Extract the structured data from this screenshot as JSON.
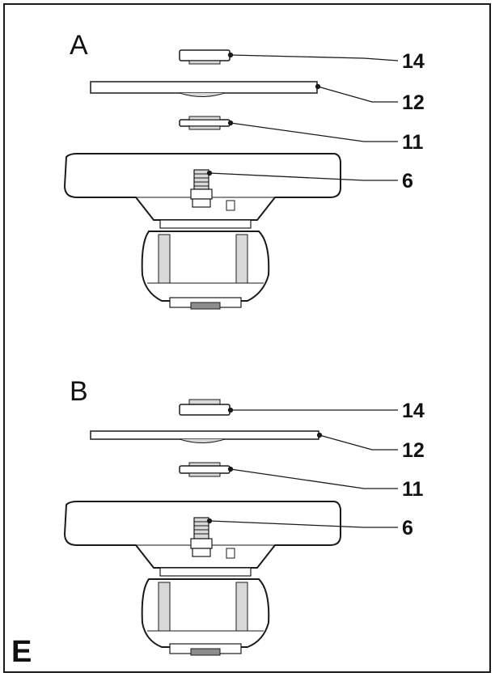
{
  "figure_label": "E",
  "panels": [
    {
      "id": "A",
      "letter": "A",
      "callouts": [
        {
          "part": "14"
        },
        {
          "part": "12"
        },
        {
          "part": "11"
        },
        {
          "part": "6"
        }
      ]
    },
    {
      "id": "B",
      "letter": "B",
      "callouts": [
        {
          "part": "14"
        },
        {
          "part": "12"
        },
        {
          "part": "11"
        },
        {
          "part": "6"
        }
      ]
    }
  ],
  "colors": {
    "line": "#1a1a1a",
    "fill_light": "#ffffff",
    "fill_shade": "#d9d9d9",
    "fill_dark": "#8c8c8c"
  }
}
